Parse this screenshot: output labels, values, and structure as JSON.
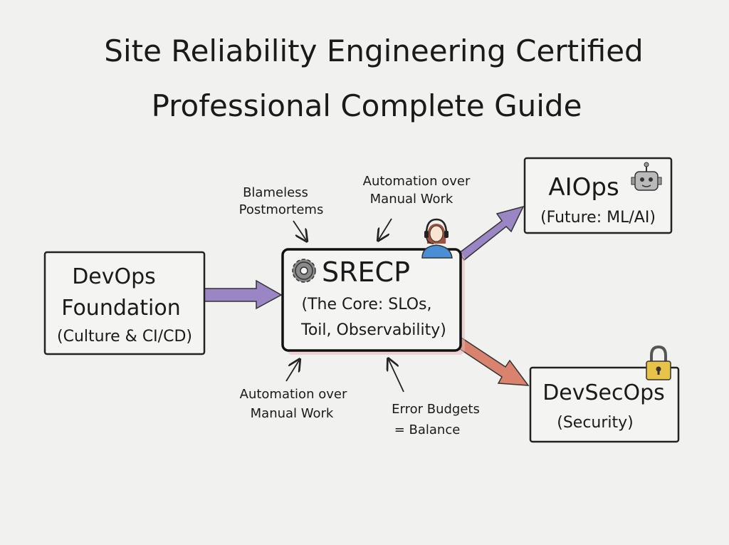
{
  "title": {
    "line1": "Site Reliability Engineering Certified",
    "line2": "Professional Complete Guide"
  },
  "nodes": {
    "devops": {
      "line1": "DevOps",
      "line2": "Foundation",
      "line3": "(Culture & CI/CD)"
    },
    "srecp": {
      "title": "SRECP",
      "line1": "(The Core: SLOs,",
      "line2": "Toil, Observability)"
    },
    "aiops": {
      "title": "AIOps",
      "subtitle": "(Future: ML/AI)"
    },
    "devsecops": {
      "title": "DevSecOps",
      "subtitle": "(Security)"
    }
  },
  "annotations": {
    "blameless": {
      "line1": "Blameless",
      "line2": "Postmortems"
    },
    "automation_top": {
      "line1": "Automation over",
      "line2": "Manual Work"
    },
    "automation_bottom": {
      "line1": "Automation over",
      "line2": "Manual Work"
    },
    "error_budgets": {
      "line1": "Error Budgets",
      "line2": "= Balance"
    }
  },
  "colors": {
    "purple_arrow": "#9a86c4",
    "salmon_arrow": "#d9826e",
    "lock": "#e8c34a",
    "person_shirt": "#4a8fd6"
  }
}
